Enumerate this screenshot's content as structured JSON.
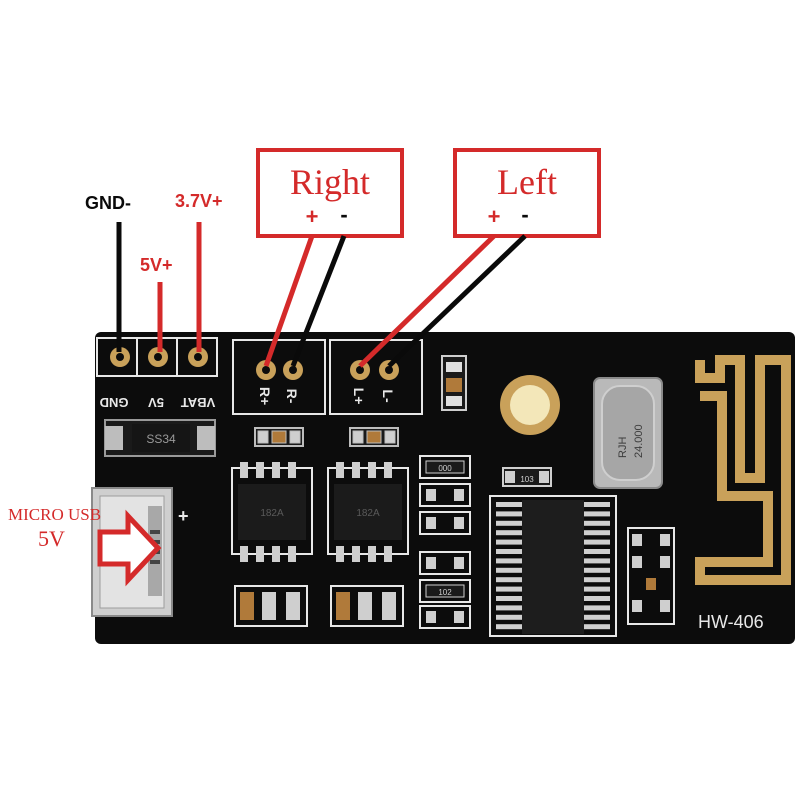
{
  "labels": {
    "gnd_minus": "GND-",
    "v37_plus": "3.7V+",
    "v5_plus": "5V+",
    "right": "Right",
    "right_plus": "+",
    "right_minus": "-",
    "left": "Left",
    "left_plus": "+",
    "left_minus": "-",
    "micro_usb": "MICRO USB",
    "usb_5v": "5V"
  },
  "silkscreen": {
    "gnd": "GND",
    "v5": "5V",
    "vbat": "VBAT",
    "r_plus": "R+",
    "r_minus": "R-",
    "l_plus": "L+",
    "l_minus": "L-",
    "diode": "SS34",
    "usb_plus": "+",
    "crystal_1": "RJH",
    "crystal_2": "24.000",
    "model": "HW-406",
    "res_a": "103",
    "res_b": "102",
    "res_c": "000",
    "ic_mark": "182A"
  },
  "colors": {
    "board": "#0c0c0c",
    "callout_red": "#d42a2a",
    "wire_black": "#0a0a0a",
    "pad_gold": "#c9a15a",
    "silk": "#e8e8e8",
    "background": "#ffffff"
  }
}
